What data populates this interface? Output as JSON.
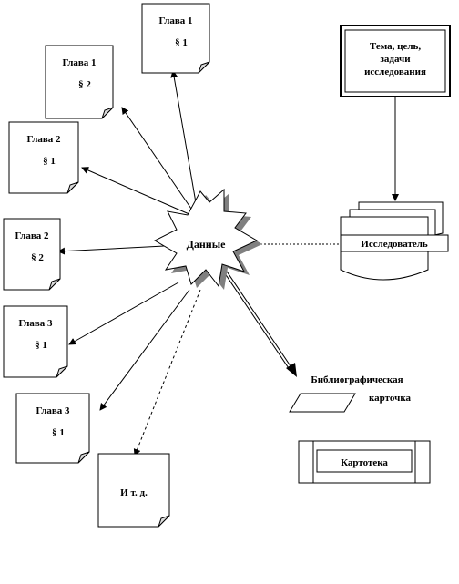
{
  "pages": [
    {
      "id": "p1",
      "line1": "Глава 1",
      "line2": "§ 1"
    },
    {
      "id": "p2",
      "line1": "Глава 1",
      "line2": "§ 2"
    },
    {
      "id": "p3",
      "line1": "Глава 2",
      "line2": "§ 1"
    },
    {
      "id": "p4",
      "line1": "Глава 2",
      "line2": "§ 2"
    },
    {
      "id": "p5",
      "line1": "Глава 3",
      "line2": "§ 1"
    },
    {
      "id": "p6",
      "line1": "Глава 3",
      "line2": "§ 1"
    },
    {
      "id": "p7",
      "line1": "И т. д.",
      "line2": ""
    }
  ],
  "center": {
    "label": "Данные"
  },
  "topic_box": {
    "lines": [
      "Тема, цель,",
      "задачи",
      "исследования"
    ]
  },
  "researcher": {
    "label": "Исследователь"
  },
  "bib_card": {
    "lines": [
      "Библиографическая",
      "карточка"
    ]
  },
  "file_cabinet": {
    "label": "Картотека"
  },
  "colors": {
    "ink": "#000000",
    "shadow": "#808080",
    "background": "#ffffff"
  }
}
